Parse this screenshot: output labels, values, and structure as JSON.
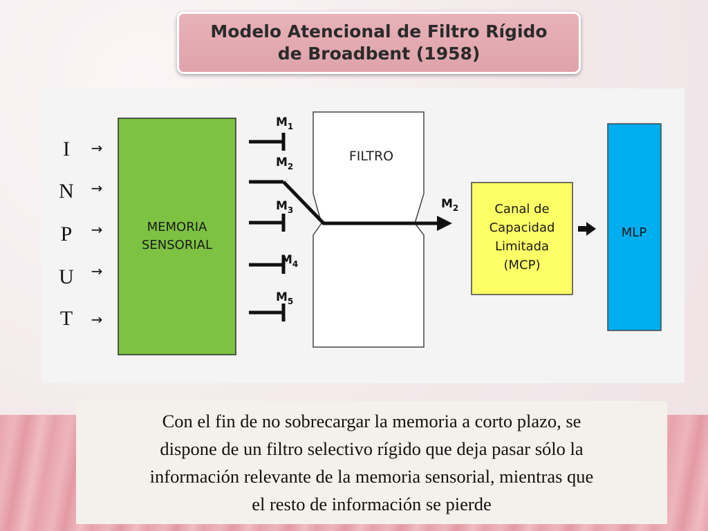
{
  "title": {
    "line1": "Modelo Atencional de Filtro Rígido",
    "line2": "de Broadbent (1958)"
  },
  "input_letters": [
    "I",
    "N",
    "P",
    "U",
    "T"
  ],
  "arrow_glyph": "→",
  "boxes": {
    "memoria_line1": "MEMORIA",
    "memoria_line2": "SENSORIAL",
    "filtro": "FILTRO",
    "canal_line1": "Canal de",
    "canal_line2": "Capacidad",
    "canal_line3": "Limitada",
    "canal_line4": "(MCP)",
    "mlp": "MLP"
  },
  "messages": [
    {
      "base": "M",
      "sub": "1"
    },
    {
      "base": "M",
      "sub": "2"
    },
    {
      "base": "M",
      "sub": "3"
    },
    {
      "base": "M",
      "sub": "4"
    },
    {
      "base": "M",
      "sub": "5"
    }
  ],
  "output_message": {
    "base": "M",
    "sub": "2"
  },
  "colors": {
    "memoria": "#7dc242",
    "canal": "#ffff66",
    "mlp": "#00aeef",
    "title_bg": "#e3aab0"
  },
  "caption": {
    "line1": "Con el fin de no sobrecargar la memoria a corto plazo, se",
    "line2": "dispone de un filtro selectivo rígido que deja pasar sólo la",
    "line3": "información relevante de la memoria sensorial, mientras que",
    "line4": "el resto de información se pierde"
  }
}
